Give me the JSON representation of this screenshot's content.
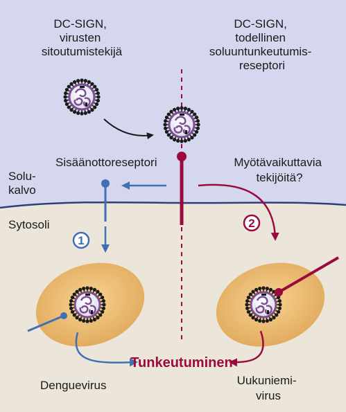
{
  "labels": {
    "dcsign_left": [
      "DC-SIGN,",
      "virusten",
      "sitoutumistekijä"
    ],
    "dcsign_right": [
      "DC-SIGN,",
      "todellinen",
      "soluuntunkeutumis-",
      "reseptori"
    ],
    "uptake_receptor": "Sisäänottoreseptori",
    "cofactors": [
      "Myötävaikuttavia",
      "tekijöitä?"
    ],
    "membrane": [
      "Solu-",
      "kalvo"
    ],
    "cytosol": "Sytosoli",
    "entry": "Tunkeutuminen",
    "dengue": "Denguevirus",
    "uukuniemi": [
      "Uukuniemi-",
      "virus"
    ]
  },
  "pathways": [
    {
      "number": "1",
      "color": "#3f6fb5"
    },
    {
      "number": "2",
      "color": "#9b0a3c"
    }
  ],
  "colors": {
    "outside": "#d5d7ee",
    "cytosol": "#ece6da",
    "membrane": "#2c3f78",
    "cell": "#e9b566",
    "blue": "#3f6fb5",
    "red": "#9b0a3c",
    "virus_core": "#7b4f8f"
  }
}
